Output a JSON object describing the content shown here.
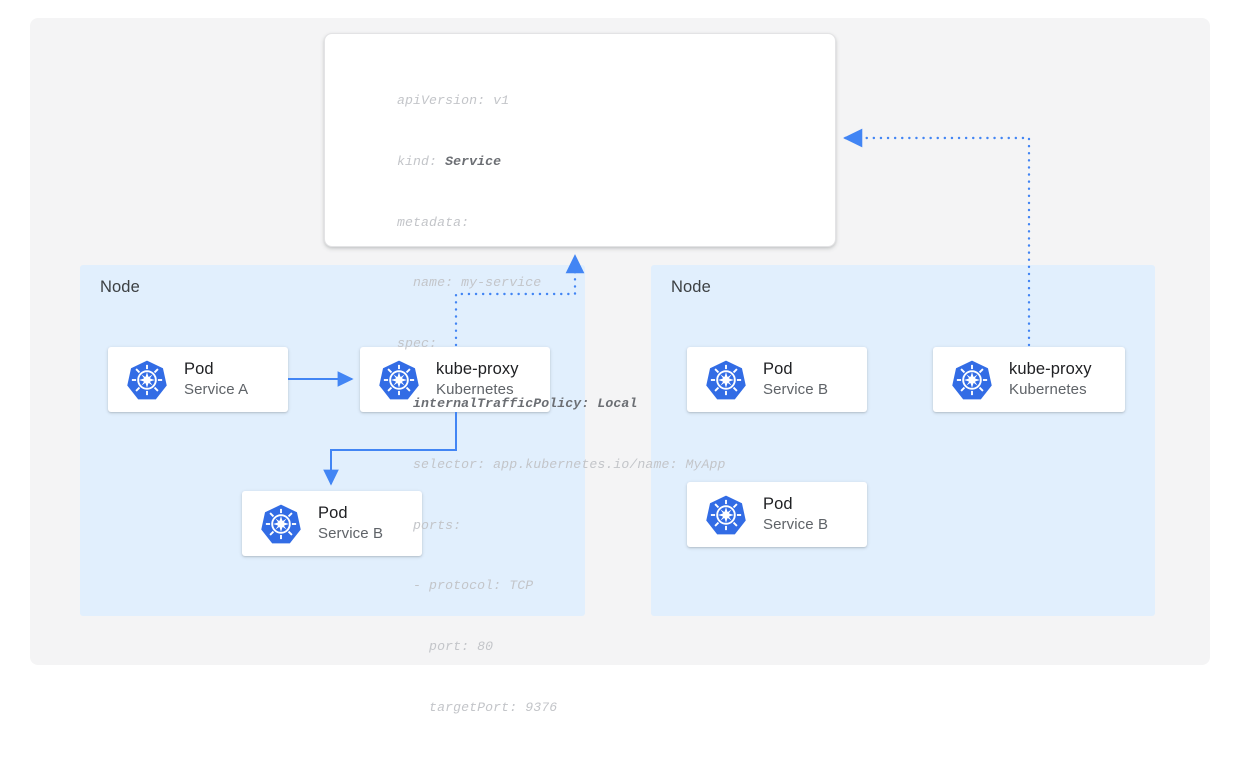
{
  "colors": {
    "page_background": "#ffffff",
    "canvas_background": "#f4f4f5",
    "node_panel_background": "#e1effd",
    "card_background": "#ffffff",
    "accent_blue": "#4285f4",
    "kubernetes_blue": "#326ce5",
    "title_text": "#202124",
    "subtitle_text": "#5f6368",
    "yaml_text": "#c3c5c9",
    "yaml_bold_text": "#6b6e73"
  },
  "yaml_card": {
    "name": "service-manifest",
    "lines": [
      {
        "text": "apiVersion: v1",
        "bold": false
      },
      {
        "text": "kind: ",
        "bold_suffix": "Service"
      },
      {
        "text": "metadata:",
        "bold": false
      },
      {
        "text": "  name: my-service",
        "bold": false
      },
      {
        "text": "spec:",
        "bold": false
      },
      {
        "text": "  internalTrafficPolicy: Local",
        "bold": true
      },
      {
        "text": "  selector: app.kubernetes.io/name: MyApp",
        "bold": false
      },
      {
        "text": "  ports:",
        "bold": false
      },
      {
        "text": "  - protocol: TCP",
        "bold": false
      },
      {
        "text": "    port: 80",
        "bold": false
      },
      {
        "text": "    targetPort: 9376",
        "bold": false
      }
    ],
    "line_1": "apiVersion: v1",
    "line_2_key": "kind: ",
    "line_2_value": "Service",
    "line_3": "metadata:",
    "line_4": "  name: my-service",
    "line_5": "spec:",
    "line_6": "  internalTrafficPolicy: Local",
    "line_7": "  selector: app.kubernetes.io/name: MyApp",
    "line_8": "  ports:",
    "line_9": "  - protocol: TCP",
    "line_10": "    port: 80",
    "line_11": "    targetPort: 9376"
  },
  "nodes": [
    {
      "label": "Node",
      "cards": [
        {
          "title": "Pod",
          "subtitle": "Service A",
          "icon": "kubernetes-icon"
        },
        {
          "title": "kube-proxy",
          "subtitle": "Kubernetes",
          "icon": "kubernetes-icon"
        },
        {
          "title": "Pod",
          "subtitle": "Service B",
          "icon": "kubernetes-icon"
        }
      ]
    },
    {
      "label": "Node",
      "cards": [
        {
          "title": "Pod",
          "subtitle": "Service B",
          "icon": "kubernetes-icon"
        },
        {
          "title": "kube-proxy",
          "subtitle": "Kubernetes",
          "icon": "kubernetes-icon"
        },
        {
          "title": "Pod",
          "subtitle": "Service B",
          "icon": "kubernetes-icon"
        }
      ]
    }
  ],
  "node_left": {
    "label": "Node",
    "pod_a": {
      "title": "Pod",
      "subtitle": "Service A"
    },
    "kube_proxy": {
      "title": "kube-proxy",
      "subtitle": "Kubernetes"
    },
    "pod_b": {
      "title": "Pod",
      "subtitle": "Service B"
    }
  },
  "node_right": {
    "label": "Node",
    "pod_b1": {
      "title": "Pod",
      "subtitle": "Service B"
    },
    "kube_proxy": {
      "title": "kube-proxy",
      "subtitle": "Kubernetes"
    },
    "pod_b2": {
      "title": "Pod",
      "subtitle": "Service B"
    }
  },
  "connectors": [
    {
      "name": "pod-a-to-kube-proxy",
      "style": "solid",
      "arrow": "right"
    },
    {
      "name": "kube-proxy-to-pod-b",
      "style": "solid",
      "arrow": "down"
    },
    {
      "name": "kube-proxy-left-to-manifest",
      "style": "dotted",
      "arrow": "up"
    },
    {
      "name": "kube-proxy-right-to-manifest",
      "style": "dotted",
      "arrow": "left"
    }
  ]
}
